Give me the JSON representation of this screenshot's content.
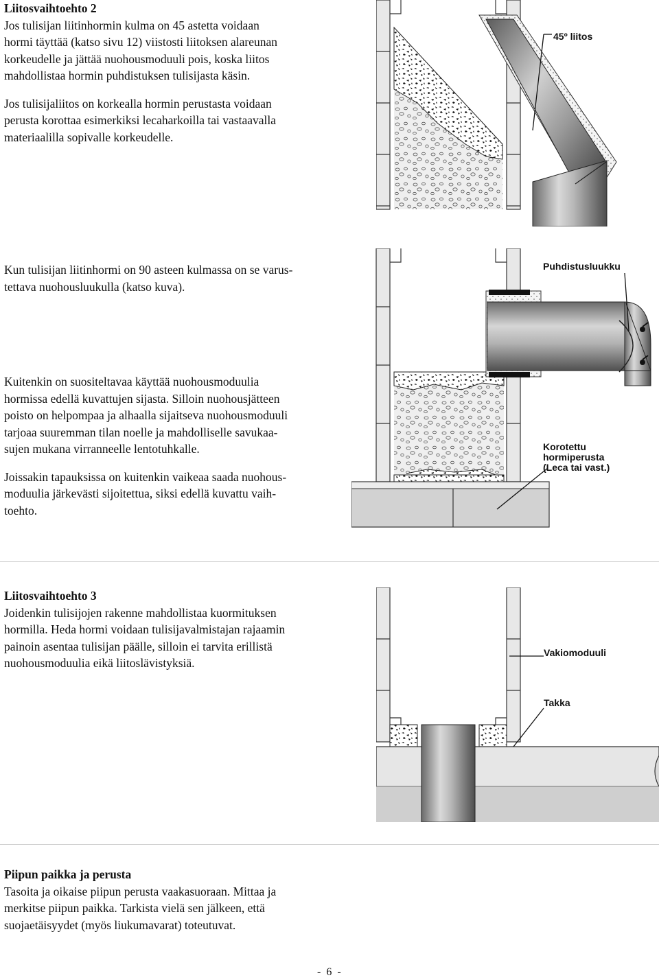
{
  "sections": {
    "option2": {
      "title": "Liitosvaihtoehto 2",
      "p1": [
        "Jos tulisijan liitinhormin kulma on 45 astetta voidaan",
        "hormi täyttää (katso sivu 12) viistosti liitoksen alareunan",
        "korkeudelle ja jättää nuohousmoduuli pois, koska liitos",
        "mahdollistaa hormin puhdistuksen tulisijasta käsin."
      ],
      "p2": [
        "Jos tulisijaliitos on korkealla hormin perustasta voidaan",
        "perusta korottaa esimerkiksi lecaharkoilla tai vastaavalla",
        "materiaalilla sopivalle korkeudelle."
      ],
      "p3": [
        "Kun tulisijan liitinhormi on 90 asteen kulmassa on se varus-",
        "tettava nuohousluukulla (katso kuva)."
      ],
      "p4": [
        "Kuitenkin on suositeltavaa käyttää nuohousmoduulia",
        "hormissa edellä kuvattujen sijasta. Silloin nuohousjätteen",
        "poisto on helpompaa ja alhaalla sijaitseva nuohousmoduuli",
        "tarjoaa suuremman tilan noelle ja mahdolliselle savukaa-",
        "sujen mukana virranneelle lentotuhkalle."
      ],
      "p5": [
        "Joissakin tapauksissa on kuitenkin vaikeaa saada nuohous-",
        "moduulia järkevästi sijoitettua, siksi edellä kuvattu vaih-",
        "toehto."
      ]
    },
    "option3": {
      "title": "Liitosvaihtoehto 3",
      "p1": [
        "Joidenkin tulisijojen rakenne mahdollistaa kuormituksen",
        "hormilla. Heda hormi voidaan tulisijavalmistajan rajaamin",
        "painoin asentaa tulisijan päälle, silloin ei tarvita erillistä",
        "nuohousmoduulia eikä liitoslävistyksiä."
      ]
    },
    "foundation": {
      "title": "Piipun paikka ja perusta",
      "p1": [
        "Tasoita ja oikaise piipun perusta vaakasuoraan. Mittaa ja",
        "merkitse piipun paikka. Tarkista vielä sen jälkeen, että",
        "suojaetäisyydet (myös liukumavarat) toteutuvat."
      ]
    }
  },
  "figures": {
    "fig1": {
      "label": "45º liitos"
    },
    "fig2": {
      "label_top": "Puhdistusluukku",
      "label_bottom": [
        "Korotettu",
        "hormiperusta",
        "(Leca tai vast.)"
      ]
    },
    "fig3": {
      "label_module": "Vakiomoduuli",
      "label_fireplace": "Takka"
    }
  },
  "page_number": "- 6 -"
}
